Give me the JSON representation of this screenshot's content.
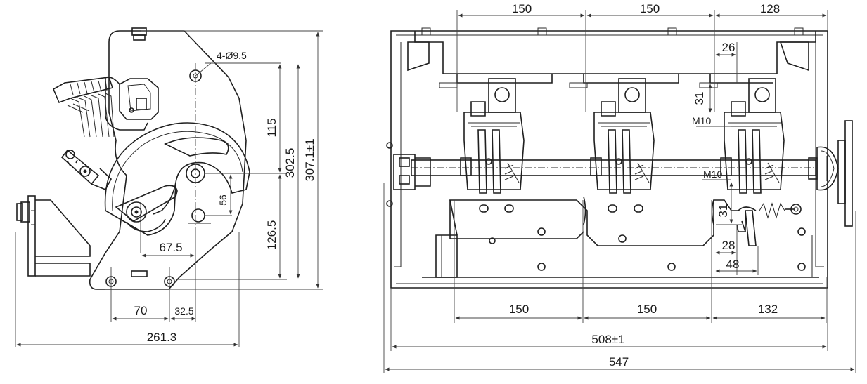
{
  "side_view": {
    "hole_note": "4-Ø9.5",
    "dims": {
      "d115": "115",
      "d302_5": "302.5",
      "d307_1": "307.1±1",
      "d56": "56",
      "d126_5": "126.5",
      "d67_5": "67.5",
      "d70": "70",
      "d32_5": "32.5",
      "d261_3": "261.3"
    }
  },
  "front_view": {
    "dims": {
      "top_150a": "150",
      "top_150b": "150",
      "top_128": "128",
      "d26": "26",
      "d31a": "31",
      "m10a": "M10",
      "m10b": "M10",
      "d31b": "31",
      "d28": "28",
      "d48": "48",
      "bot_150a": "150",
      "bot_150b": "150",
      "bot_132": "132",
      "d508": "508±1",
      "d547": "547"
    }
  }
}
